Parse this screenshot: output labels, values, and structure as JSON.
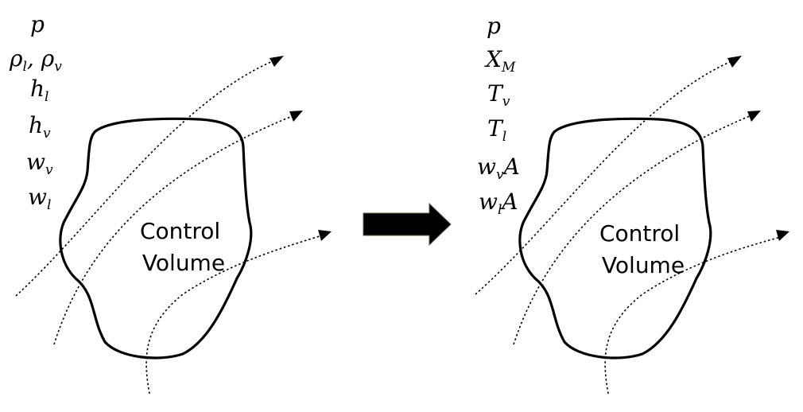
{
  "left_panel": {
    "variables": [
      {
        "base": "p",
        "sub": ""
      },
      {
        "base": "ρ",
        "sub": "l",
        "sep": ", ",
        "base2": "ρ",
        "sub2": "v"
      },
      {
        "base": "h",
        "sub": "l"
      },
      {
        "base": "h",
        "sub": "v"
      },
      {
        "base": "w",
        "sub": "v"
      },
      {
        "base": "w",
        "sub": "l"
      }
    ],
    "control_volume_label": [
      "Control",
      "Volume"
    ]
  },
  "right_panel": {
    "variables": [
      {
        "base": "p",
        "sub": ""
      },
      {
        "base": "X",
        "sub": "M"
      },
      {
        "base": "T",
        "sub": "v"
      },
      {
        "base": "T",
        "sub": "l"
      },
      {
        "base": "w",
        "sub": "v",
        "suffix": "A"
      },
      {
        "base": "w",
        "sub": "l",
        "suffix": "A"
      }
    ],
    "control_volume_label": [
      "Control",
      "Volume"
    ]
  },
  "transition_arrow": {
    "color": "#000000",
    "icon": "right-block-arrow-icon"
  }
}
